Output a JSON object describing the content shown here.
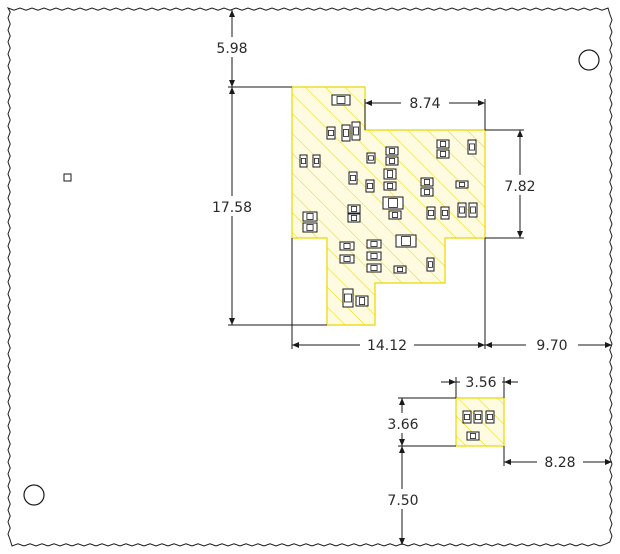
{
  "dimensions": {
    "top_gap": "5.98",
    "upper_height": "17.58",
    "upper_top_width": "8.74",
    "upper_right_height": "7.82",
    "upper_width": "14.12",
    "right_gap": "9.70",
    "small_width": "3.56",
    "small_height": "3.66",
    "small_right_gap": "8.28",
    "bottom_gap": "7.50"
  },
  "colors": {
    "outline": "#1a1a1a",
    "dimension_line": "#1a1a1a",
    "hatch_fill": "#fffbe0",
    "hatch_stroke": "#e8d800",
    "component": "#1a1a1a"
  }
}
